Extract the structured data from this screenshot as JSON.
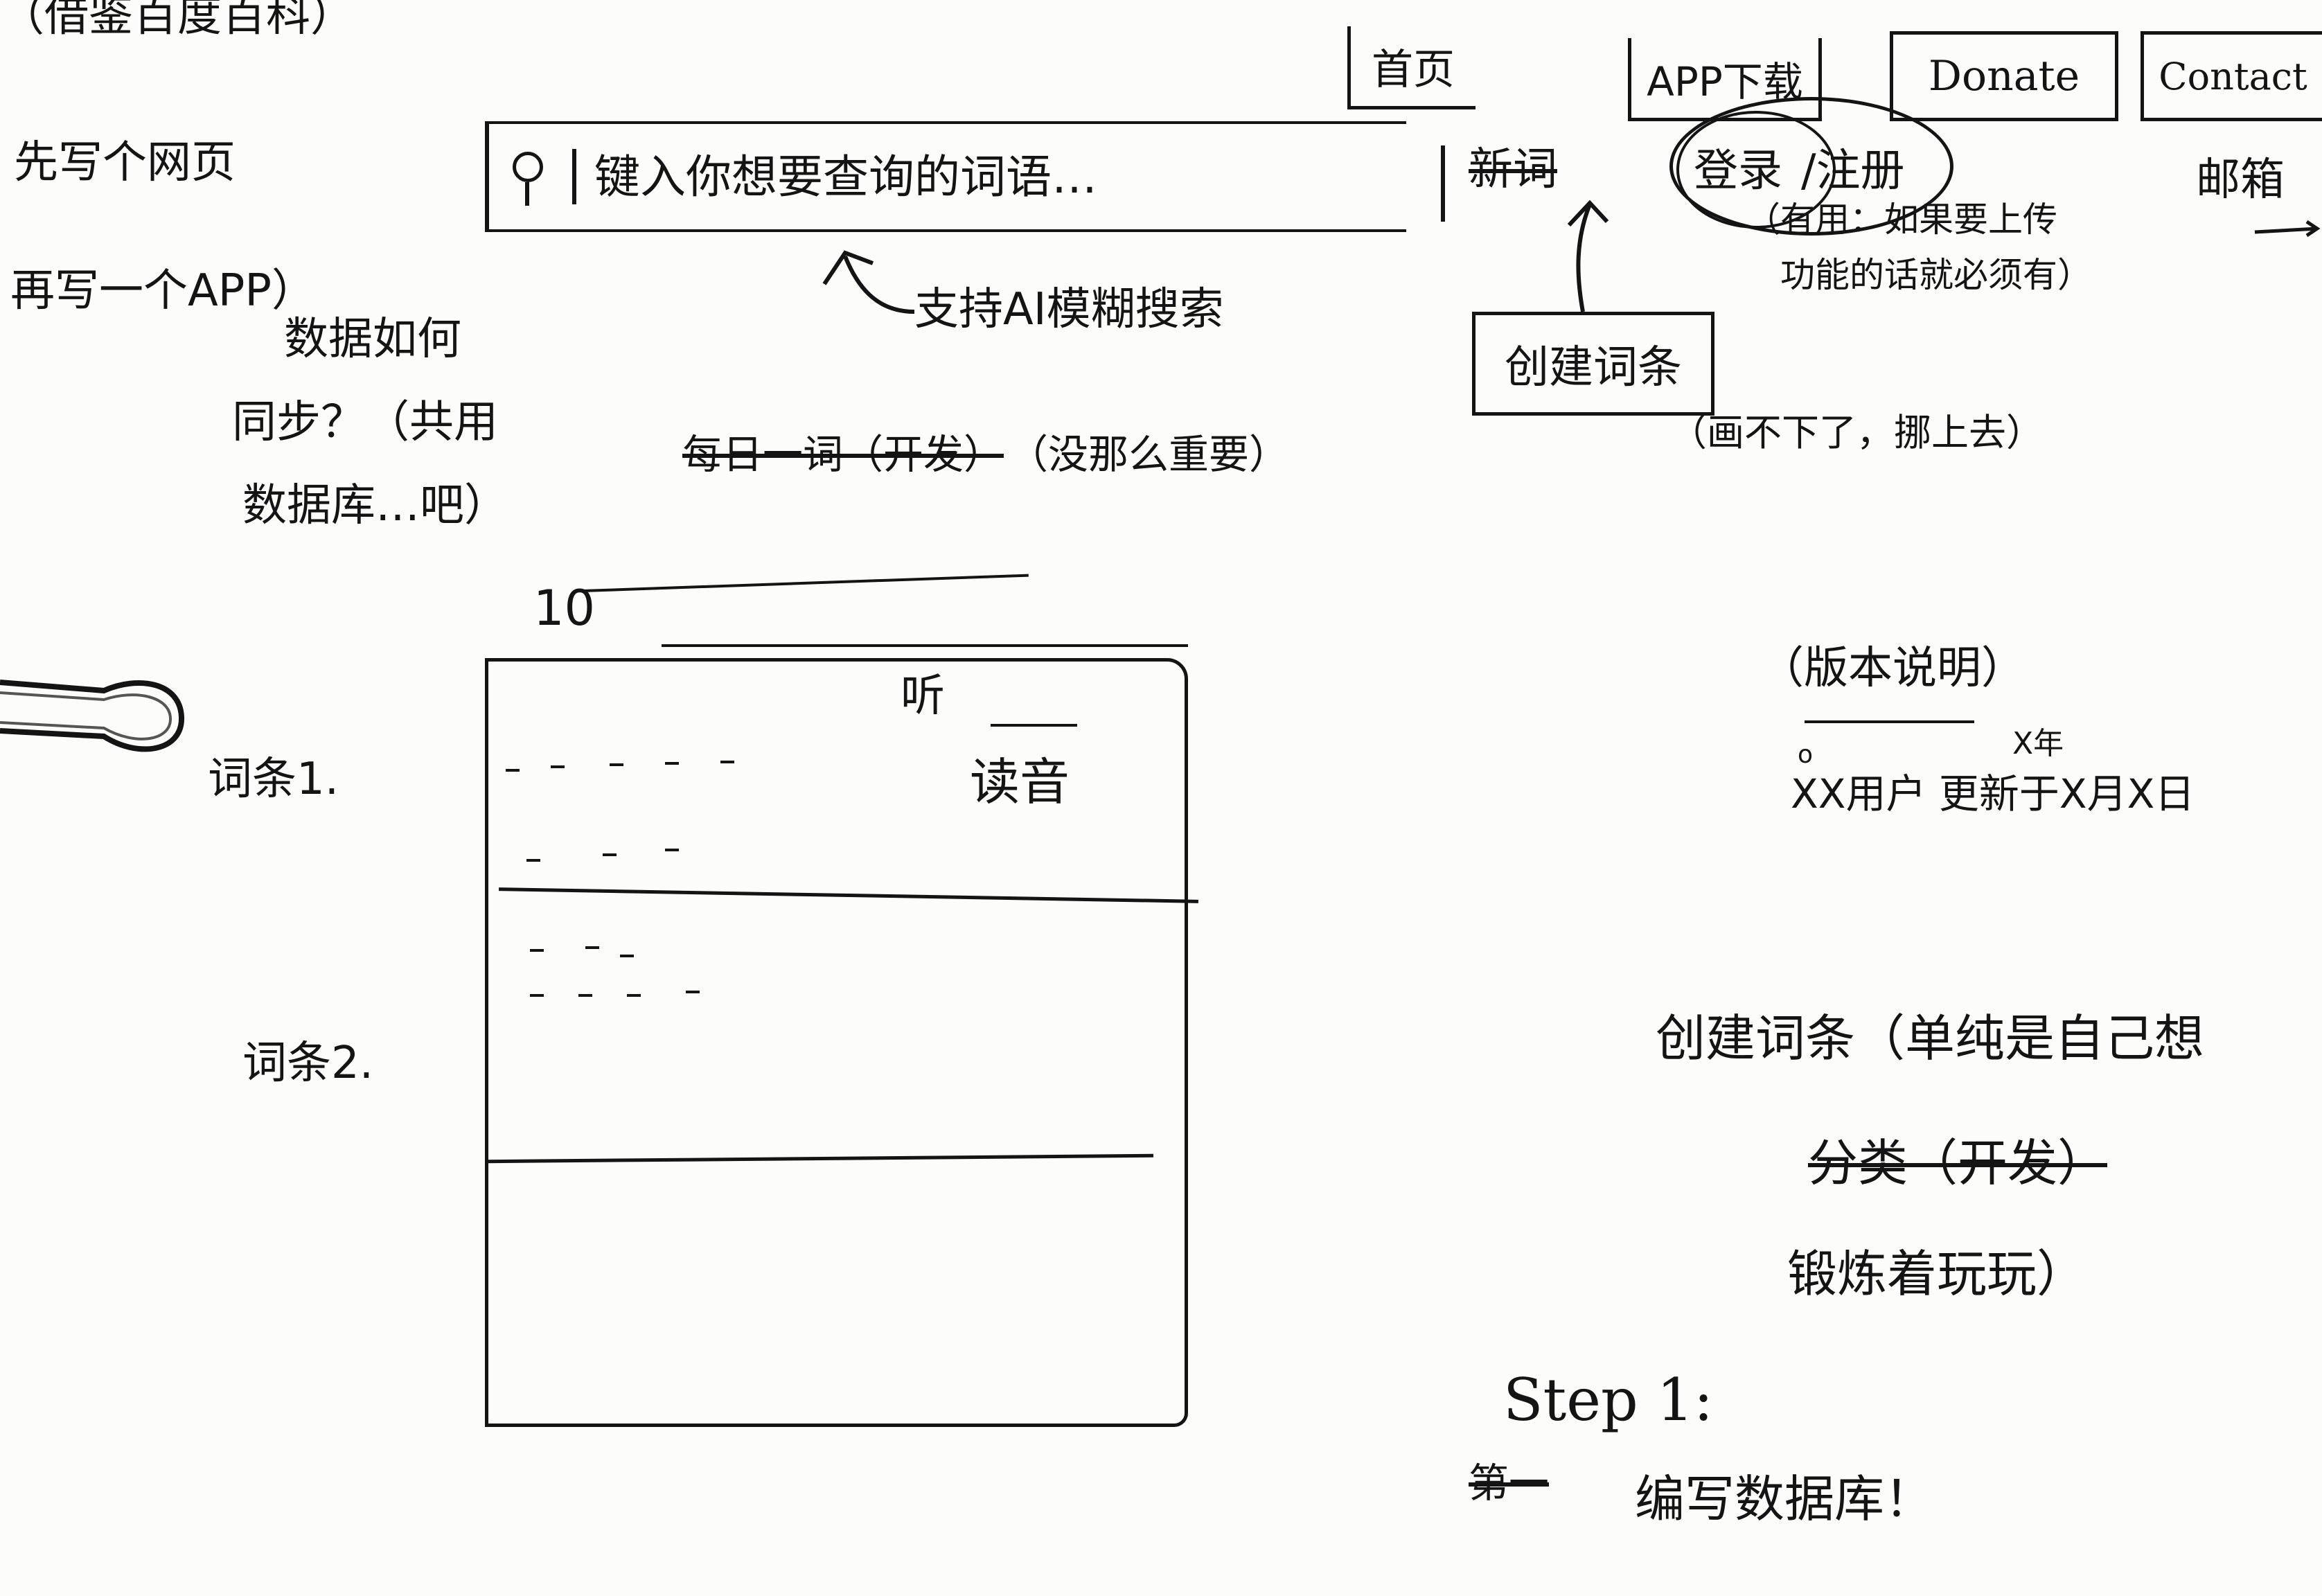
{
  "notes": {
    "top_left": "（借鉴百度百科）",
    "write_webpage": "先写个网页",
    "write_app": "再写一个APP）",
    "data_how": "数据如何",
    "sync_line1": "同步？（共用",
    "sync_line2": "数据库…吧）"
  },
  "nav": {
    "home": "首页",
    "app_download": "APP下载",
    "donate": "Donate",
    "contact": "Contact"
  },
  "header": {
    "new_word": "新词",
    "login": "登录",
    "register": "/注册",
    "mailbox": "邮箱"
  },
  "search": {
    "placeholder": "键入你想要查询的词语…",
    "ai_note": "支持AI模糊搜索"
  },
  "daily_word": {
    "label": "每日一词（开发）",
    "comment": "（没那么重要）"
  },
  "create_entry": {
    "button": "创建词条",
    "note": "（画不下了，挪上去）"
  },
  "account_note": {
    "line1": "（有用：如果要上传",
    "line2": "功能的话就必须有）"
  },
  "card": {
    "badge": "10",
    "listen": "听",
    "read_aloud": "读音",
    "entry1": "词条1.",
    "entry2": "词条2."
  },
  "footer": {
    "version_note": "（版本说明）",
    "bullet": "o",
    "update_line": "XX用户 更新于X月X日",
    "year": "X年"
  },
  "plan": {
    "create_entry_note": "创建词条（单纯是自己想",
    "classify": "分类（开发）",
    "practice": "锻炼着玩玩）",
    "step": "Step 1:",
    "step_strike": "第一",
    "write_db": "编写数据库！"
  },
  "colors": {
    "ink": "#141414",
    "paper": "#fcfcfa"
  }
}
